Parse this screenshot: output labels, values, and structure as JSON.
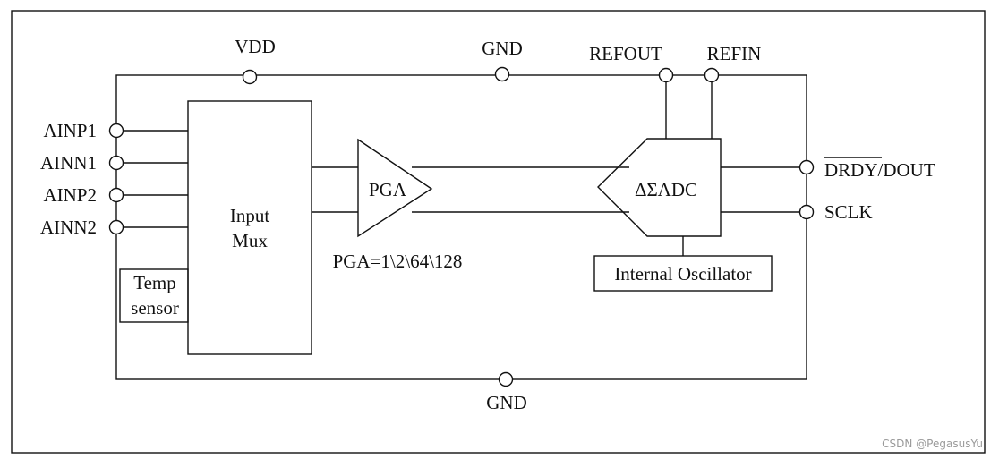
{
  "pins": {
    "vdd": "VDD",
    "gnd_top": "GND",
    "refout": "REFOUT",
    "refin": "REFIN",
    "gnd_bottom": "GND",
    "ainp1": "AINP1",
    "ainn1": "AINN1",
    "ainp2": "AINP2",
    "ainn2": "AINN2",
    "drdy_dout": "DRDY/DOUT",
    "sclk": "SCLK"
  },
  "blocks": {
    "mux_line1": "Input",
    "mux_line2": "Mux",
    "temp_line1": "Temp",
    "temp_line2": "sensor",
    "pga": "PGA",
    "pga_gain": "PGA=1\\2\\64\\128",
    "adc": "ΔΣADC",
    "oscillator": "Internal Oscillator"
  },
  "watermark": "CSDN @PegasusYu"
}
